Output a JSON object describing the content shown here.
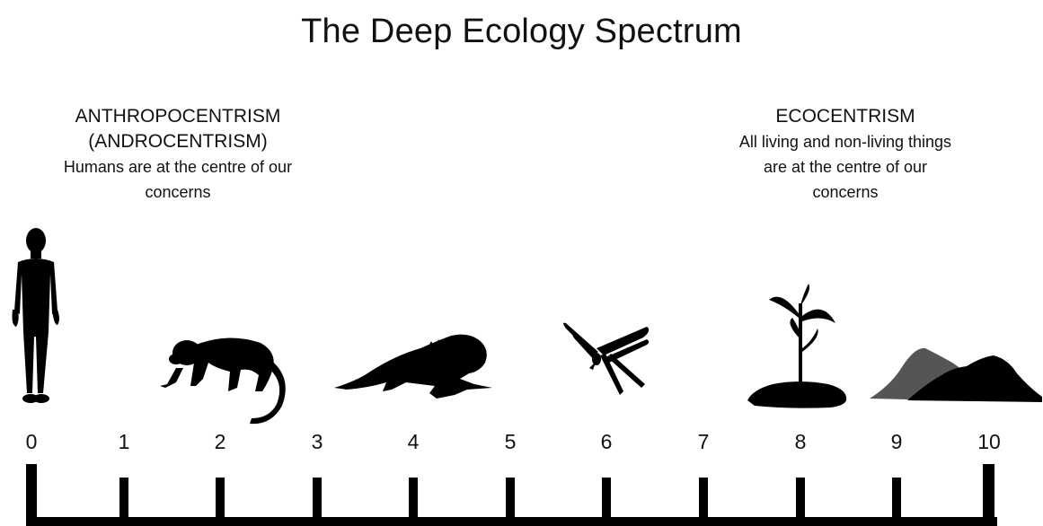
{
  "title": "The Deep Ecology Spectrum",
  "left": {
    "heading": "ANTHROPOCENTRISM",
    "subheading": "(ANDROCENTRISM)",
    "desc_line1": "Humans are at the centre of our",
    "desc_line2": "concerns"
  },
  "right": {
    "heading": "ECOCENTRISM",
    "desc_line1": "All living and non-living things",
    "desc_line2": "are at the centre of our",
    "desc_line3": "concerns"
  },
  "scale": {
    "ticks": [
      "0",
      "1",
      "2",
      "3",
      "4",
      "5",
      "6",
      "7",
      "8",
      "9",
      "10"
    ]
  },
  "silhouettes": [
    "human-icon",
    "monkey-icon",
    "iguana-icon",
    "dragonfly-icon",
    "seedling-icon",
    "mountains-icon"
  ],
  "colors": {
    "ink": "#000000",
    "mountain_back": "#555555",
    "background": "#ffffff"
  }
}
